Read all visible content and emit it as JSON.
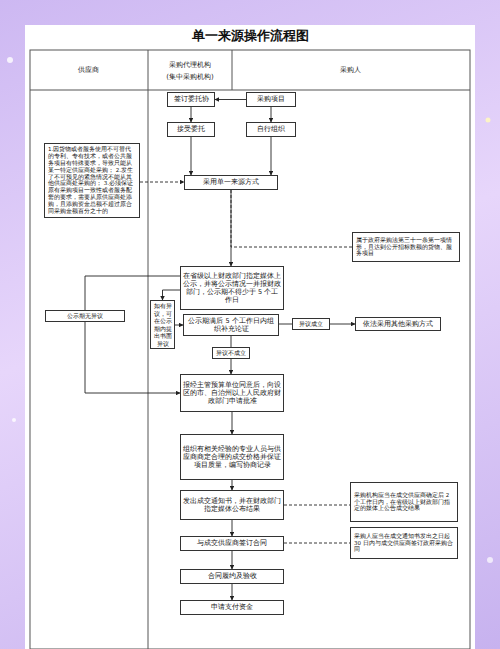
{
  "diagram": {
    "title": "单一来源操作流程图",
    "nodes": [
      {
        "text": [
          "签订委托协"
        ]
      },
      {
        "text": [
          "采购项目"
        ]
      },
      {
        "text": [
          "接受委托"
        ]
      },
      {
        "text": [
          "自行组织"
        ]
      },
      {
        "text": [
          "1.因货物或者服务使用不可替代的专利、专有技术，或者公共服务项目有特殊要求，导致只能从某一特定供应商处采购； 2.发生了不可预见的紧急情况不能从其他供应商处采购的； 3.必须保证原有采购项目一致性或者服务配套的要求，需要从原供应商处添购，且添购资金总额不超过原合同采购金额百分之十的"
        ]
      },
      {
        "text": [
          "采用单一来源方式"
        ]
      },
      {
        "text": [
          "属于政府采购法第三十一条第一项情形，且达到公开招标数额的货物、服务项目"
        ]
      },
      {
        "text": [
          "在省级以上财政部门指定媒体上公示，并将公示情况一并报财政部门，公示期不得少于 5 个工作日"
        ]
      },
      {
        "text": [
          "公示期无异议"
        ]
      },
      {
        "text": [
          "如有异议，可在公示期内提出书面异议"
        ]
      },
      {
        "text": [
          "公示期满后 5 个工作日内组织补充论证"
        ]
      },
      {
        "text": [
          "异议成立"
        ]
      },
      {
        "text": [
          "依法采用其他采购方式"
        ]
      },
      {
        "text": [
          "异议不成立"
        ]
      },
      {
        "text": [
          "报经主管预算单位同意后，向设区的市、自治州以上人民政府财政部门申请批准"
        ]
      },
      {
        "text": [
          "组织有相关经验的专业人员与供应商商定合理的成交价格并保证项目质量，编写协商记录"
        ]
      },
      {
        "text": [
          "发出成交通知书，并在财政部门指定媒体公布结果"
        ]
      },
      {
        "text": [
          "采购机构应当在成交供应商确定后 2 个工作日内，在省级以上财政部门指定的媒体上公告成交结果"
        ]
      },
      {
        "text": [
          "与成交供应商签订合同"
        ]
      },
      {
        "text": [
          "采购人应当在成交通知书发出之日起 30 日内与成交供应商签订政府采购合同"
        ]
      },
      {
        "text": [
          "合同履约及验收"
        ]
      },
      {
        "text": [
          "申请支付资金"
        ]
      }
    ],
    "edges": [
      {
        "from": 1,
        "to": 0,
        "arrow": "to"
      },
      {
        "from": 0,
        "to": 2,
        "arrow": "to"
      },
      {
        "from": 1,
        "to": 3,
        "arrow": "to"
      },
      {
        "from": 2,
        "to": 5,
        "arrow": "to"
      },
      {
        "from": 3,
        "to": 5,
        "arrow": "to"
      },
      {
        "from": 4,
        "to": 5,
        "arrow": "to"
      },
      {
        "from": 5,
        "to": 6,
        "arrow": "none"
      },
      {
        "from": 5,
        "to": 7,
        "arrow": "to"
      },
      {
        "from": 7,
        "to": 9,
        "arrow": "to"
      },
      {
        "from": 9,
        "to": 10,
        "arrow": "to"
      },
      {
        "from": 7,
        "to": 8,
        "arrow": "none"
      },
      {
        "from": 8,
        "to": 14,
        "arrow": "to"
      },
      {
        "from": 10,
        "to": 11,
        "arrow": "none"
      },
      {
        "from": 11,
        "to": 12,
        "arrow": "to"
      },
      {
        "from": 10,
        "to": 13,
        "arrow": "none"
      },
      {
        "from": 13,
        "to": 14,
        "arrow": "to"
      },
      {
        "from": 14,
        "to": 15,
        "arrow": "to"
      },
      {
        "from": 15,
        "to": 16,
        "arrow": "to"
      },
      {
        "from": 16,
        "to": 17,
        "arrow": "none"
      },
      {
        "from": 16,
        "to": 18,
        "arrow": "to"
      },
      {
        "from": 18,
        "to": 19,
        "arrow": "none"
      },
      {
        "from": 18,
        "to": 20,
        "arrow": "to"
      },
      {
        "from": 20,
        "to": 21,
        "arrow": "to"
      }
    ],
    "labels": [
      "供应商",
      "采购代理机构",
      "(集中采购机构)",
      "采购人"
    ]
  }
}
